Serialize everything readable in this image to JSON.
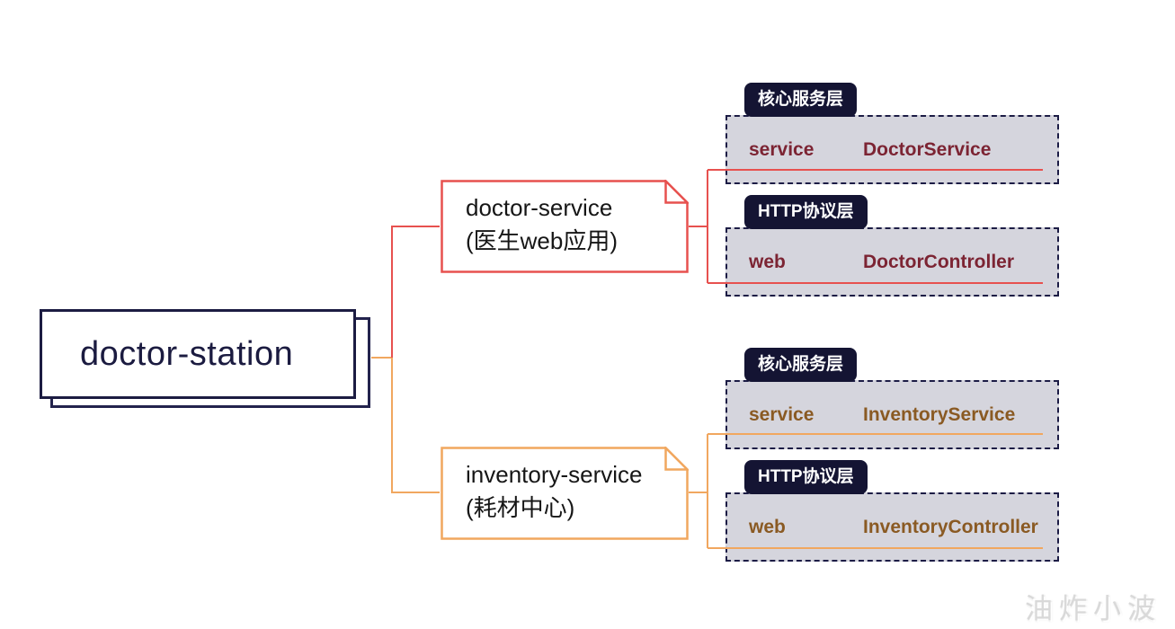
{
  "root": {
    "label": "doctor-station"
  },
  "branches": [
    {
      "label": "doctor-service",
      "sublabel": "(医生web应用)",
      "color": "#e7514f",
      "text_color": "#7c2433",
      "children": [
        {
          "tag": "核心服务层",
          "key": "service",
          "value": "DoctorService"
        },
        {
          "tag": "HTTP协议层",
          "key": "web",
          "value": "DoctorController"
        }
      ]
    },
    {
      "label": "inventory-service",
      "sublabel": "(耗材中心)",
      "color": "#f1a75f",
      "text_color": "#8a5a23",
      "children": [
        {
          "tag": "核心服务层",
          "key": "service",
          "value": "InventoryService"
        },
        {
          "tag": "HTTP协议层",
          "key": "web",
          "value": "InventoryController"
        }
      ]
    }
  ],
  "watermark": {
    "text": "油炸小波"
  },
  "colors": {
    "navy": "#1c1c42",
    "tag_bg": "#141433",
    "topic_fill": "#d5d5dd",
    "branch_red": "#e7514f",
    "branch_orange": "#f1a75f",
    "background": "#ffffff"
  }
}
